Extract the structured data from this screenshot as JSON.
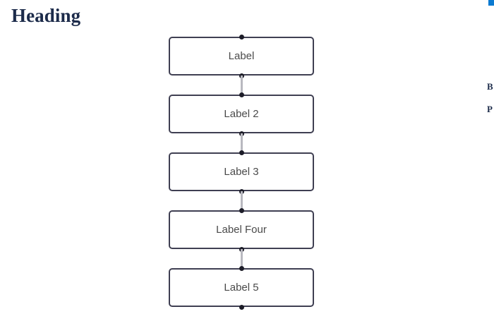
{
  "page": {
    "heading": "Heading",
    "background_color": "#ffffff"
  },
  "edge_widgets": {
    "accent_bar_color": "#0b7ad1",
    "clipped_labels": [
      {
        "text": "B"
      },
      {
        "text": "P"
      }
    ]
  },
  "diagram": {
    "type": "flowchart",
    "orientation": "vertical",
    "node_border_color": "#3f3f52",
    "connector_color": "#b9b9c0",
    "anchor_color": "#1c1c28",
    "nodes": [
      {
        "label": "Label"
      },
      {
        "label": "Label 2"
      },
      {
        "label": "Label 3"
      },
      {
        "label": "Label Four"
      },
      {
        "label": "Label 5"
      }
    ]
  }
}
